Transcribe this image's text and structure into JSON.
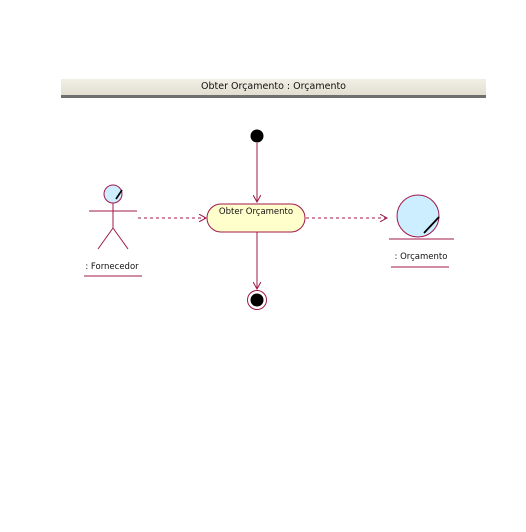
{
  "diagram": {
    "title": "Obter Orçamento : Orçamento",
    "activity": {
      "label": "Obter Orçamento"
    },
    "actor": {
      "label": ": Fornecedor"
    },
    "entity": {
      "label": ": Orçamento"
    }
  },
  "colors": {
    "line": "#a0194b",
    "node_fill": "#ffffcc",
    "actor_fill": "#cceeff",
    "entity_fill": "#cceeff",
    "title_bar_bg": "#e9e7dc",
    "title_bar_border": "#6f6f6f"
  }
}
